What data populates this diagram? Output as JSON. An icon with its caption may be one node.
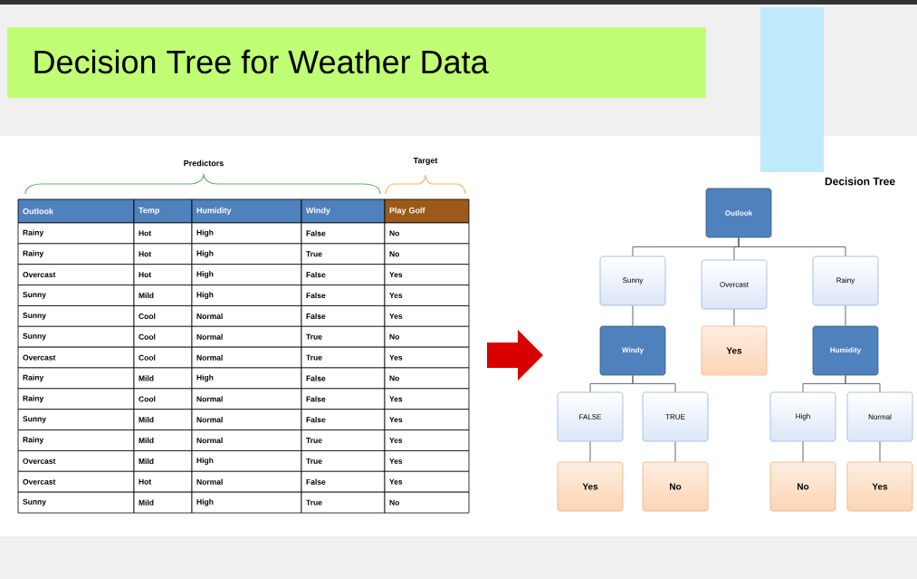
{
  "diagram": {
    "title": "Decision Tree for Weather Data",
    "nodes": [
      {
        "text": [
          "Outlook"
        ]
      },
      {
        "text": [
          "Sunny"
        ]
      },
      {
        "text": [
          "Overcast"
        ]
      },
      {
        "text": [
          "Rainy"
        ]
      },
      {
        "text": [
          "Windy"
        ]
      },
      {
        "text": [
          "Yes"
        ]
      },
      {
        "text": [
          "Humidity"
        ]
      },
      {
        "text": [
          "FALSE"
        ]
      },
      {
        "text": [
          "TRUE"
        ]
      },
      {
        "text": [
          "High"
        ]
      },
      {
        "text": [
          "Normal"
        ]
      },
      {
        "text": [
          "Yes"
        ]
      },
      {
        "text": [
          "No"
        ]
      },
      {
        "text": [
          "No"
        ]
      },
      {
        "text": [
          "Yes"
        ]
      }
    ],
    "edges": [
      {
        "from": 0,
        "to": 1,
        "arrow": "none"
      },
      {
        "from": 0,
        "to": 2,
        "arrow": "none"
      },
      {
        "from": 0,
        "to": 3,
        "arrow": "none"
      },
      {
        "from": 1,
        "to": 4,
        "arrow": "none"
      },
      {
        "from": 2,
        "to": 5,
        "arrow": "none"
      },
      {
        "from": 3,
        "to": 6,
        "arrow": "none"
      },
      {
        "from": 4,
        "to": 7,
        "arrow": "none"
      },
      {
        "from": 4,
        "to": 8,
        "arrow": "none"
      },
      {
        "from": 6,
        "to": 9,
        "arrow": "none"
      },
      {
        "from": 6,
        "to": 10,
        "arrow": "none"
      },
      {
        "from": 7,
        "to": 11,
        "arrow": "none"
      },
      {
        "from": 8,
        "to": 12,
        "arrow": "none"
      },
      {
        "from": 9,
        "to": 13,
        "arrow": "none"
      },
      {
        "from": 10,
        "to": 14,
        "arrow": "none"
      }
    ],
    "labels": [
      "Predictors",
      "Target",
      "Decision Tree",
      "Outlook",
      "Temp",
      "Humidity",
      "Windy",
      "Play Golf",
      "Rainy",
      "Hot",
      "High",
      "False",
      "No",
      "Rainy",
      "Hot",
      "High",
      "True",
      "No",
      "Overcast",
      "Hot",
      "High",
      "False",
      "Yes",
      "Sunny",
      "Mild",
      "High",
      "False",
      "Yes",
      "Sunny",
      "Cool",
      "Normal",
      "False",
      "Yes",
      "Sunny",
      "Cool",
      "Normal",
      "True",
      "No",
      "Overcast",
      "Cool",
      "Normal",
      "True",
      "Yes",
      "Rainy",
      "Mild",
      "High",
      "False",
      "No",
      "Rainy",
      "Cool",
      "Normal",
      "False",
      "Yes",
      "Sunny",
      "Mild",
      "Normal",
      "False",
      "Yes",
      "Rainy",
      "Mild",
      "Normal",
      "True",
      "Yes",
      "Overcast",
      "Mild",
      "High",
      "True",
      "Yes",
      "Overcast",
      "Hot",
      "Normal",
      "False",
      "Yes",
      "Sunny",
      "Mild",
      "High",
      "True",
      "No"
    ]
  }
}
